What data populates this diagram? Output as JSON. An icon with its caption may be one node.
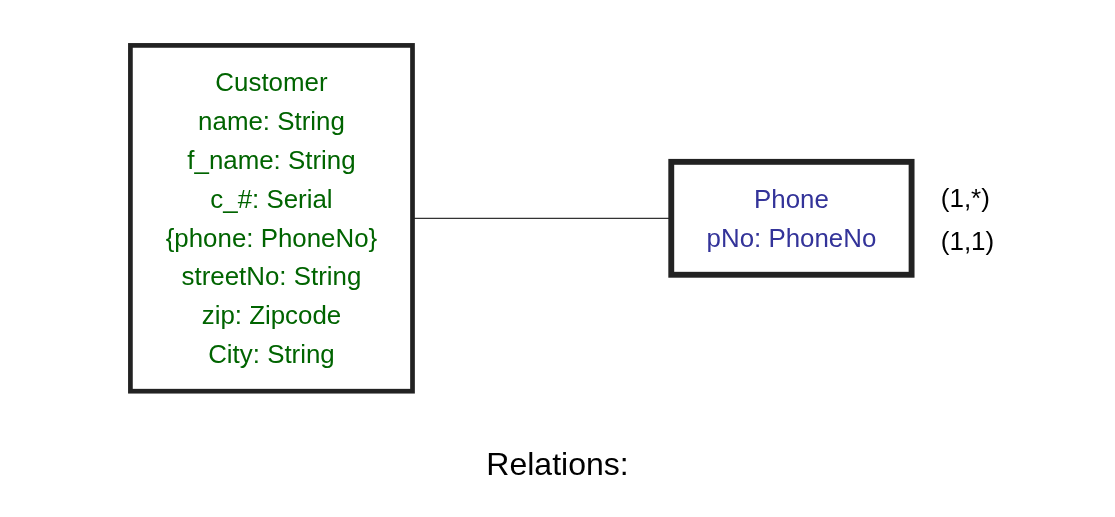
{
  "diagram": {
    "nodes": [
      {
        "text": [
          "Customer",
          "name: String",
          "f_name: String",
          "c_#: Serial",
          "{phone: PhoneNo}",
          "streetNo: String",
          "zip: Zipcode",
          "City: String"
        ]
      },
      {
        "text": [
          "Phone",
          "pNo: PhoneNo"
        ]
      }
    ],
    "edges": [
      {
        "from": 0,
        "to": 1,
        "arrow": "none"
      }
    ],
    "labels": [
      "(1,*)",
      "(1,1)",
      "Relations:"
    ]
  }
}
